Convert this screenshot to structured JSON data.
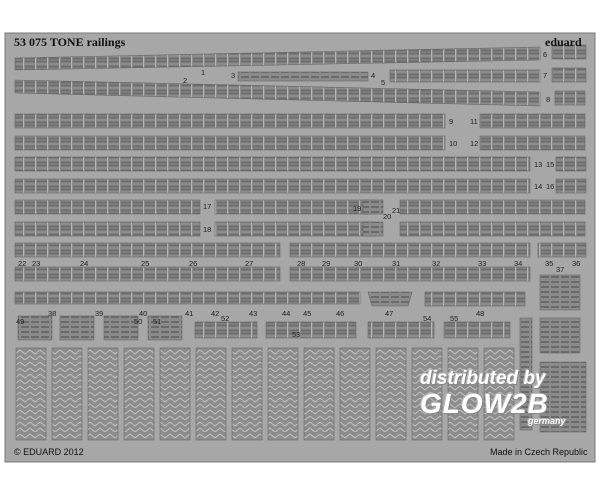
{
  "sheet": {
    "title": "53 075 TONE railings",
    "brand": "eduard",
    "copyright": "© EDUARD 2012",
    "origin": "Made in Czech Republic",
    "background": "#a7a7a7",
    "part_color": "#8f8f8f"
  },
  "watermark": {
    "line1": "distributed by",
    "line2": "GLOW2B",
    "line3": "germany"
  },
  "parts": [
    "1",
    "2",
    "3",
    "4",
    "5",
    "6",
    "7",
    "8",
    "9",
    "10",
    "11",
    "12",
    "13",
    "14",
    "15",
    "16",
    "17",
    "18",
    "19",
    "20",
    "21",
    "22",
    "23",
    "24",
    "25",
    "26",
    "27",
    "28",
    "29",
    "30",
    "31",
    "32",
    "33",
    "34",
    "35",
    "36",
    "37",
    "38",
    "39",
    "40",
    "41",
    "42",
    "43",
    "44",
    "45",
    "46",
    "47",
    "48",
    "49",
    "50",
    "51",
    "52",
    "53",
    "54",
    "55"
  ]
}
